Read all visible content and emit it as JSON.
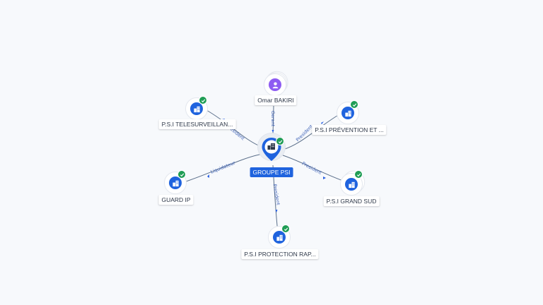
{
  "center": {
    "label": "GROUPE PSI",
    "icon": "company-icon",
    "status_icon": "check-icon",
    "accent": "#1f63de"
  },
  "person": {
    "label": "Omar BAKIRI",
    "icon": "person-icon",
    "accent": "#8e5cf2"
  },
  "companies": [
    {
      "key": "telesurveillance",
      "label": "P.S.I TELESURVEILLAN..."
    },
    {
      "key": "prevention",
      "label": "P.S.I PRÉVENTION ET ..."
    },
    {
      "key": "guard",
      "label": "GUARD IP"
    },
    {
      "key": "grand-sud",
      "label": "P.S.I GRAND SUD"
    },
    {
      "key": "protection",
      "label": "P.S.I PROTECTION RAP..."
    }
  ],
  "edges": {
    "gerant": "Gerant",
    "president_telesurveillance": "President",
    "president_prevention": "President",
    "liquidateur": "Liquidateur",
    "president_grand_sud": "President",
    "president_protection": "President"
  },
  "colors": {
    "check": "#1f9d55",
    "company": "#1f63de",
    "label_text": "#2d3748",
    "edge_label": "#3f63b8"
  }
}
